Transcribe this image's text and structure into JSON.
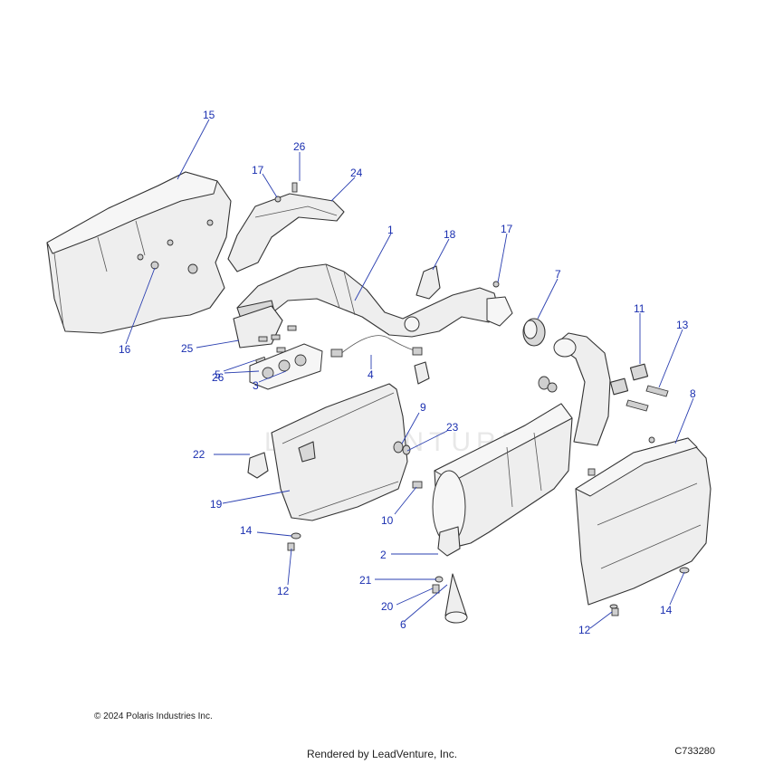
{
  "callouts": {
    "c1": "1",
    "c2": "2",
    "c3": "3",
    "c4": "4",
    "c5": "5",
    "c6": "6",
    "c7": "7",
    "c8": "8",
    "c9": "9",
    "c10": "10",
    "c11": "11",
    "c12a": "12",
    "c12b": "12",
    "c13": "13",
    "c14a": "14",
    "c14b": "14",
    "c15": "15",
    "c16": "16",
    "c17a": "17",
    "c17b": "17",
    "c18": "18",
    "c19": "19",
    "c20": "20",
    "c21": "21",
    "c22": "22",
    "c23": "23",
    "c24": "24",
    "c25": "25",
    "c26a": "26",
    "c26b": "26"
  },
  "watermark": "LEADVENTURE",
  "footer": {
    "copyright": "© 2024 Polaris Industries Inc.",
    "rendered_by": "Rendered by LeadVenture, Inc.",
    "diagram_code": "C733280"
  },
  "colors": {
    "callout": "#1a2fb0",
    "line_art": "#333333"
  }
}
